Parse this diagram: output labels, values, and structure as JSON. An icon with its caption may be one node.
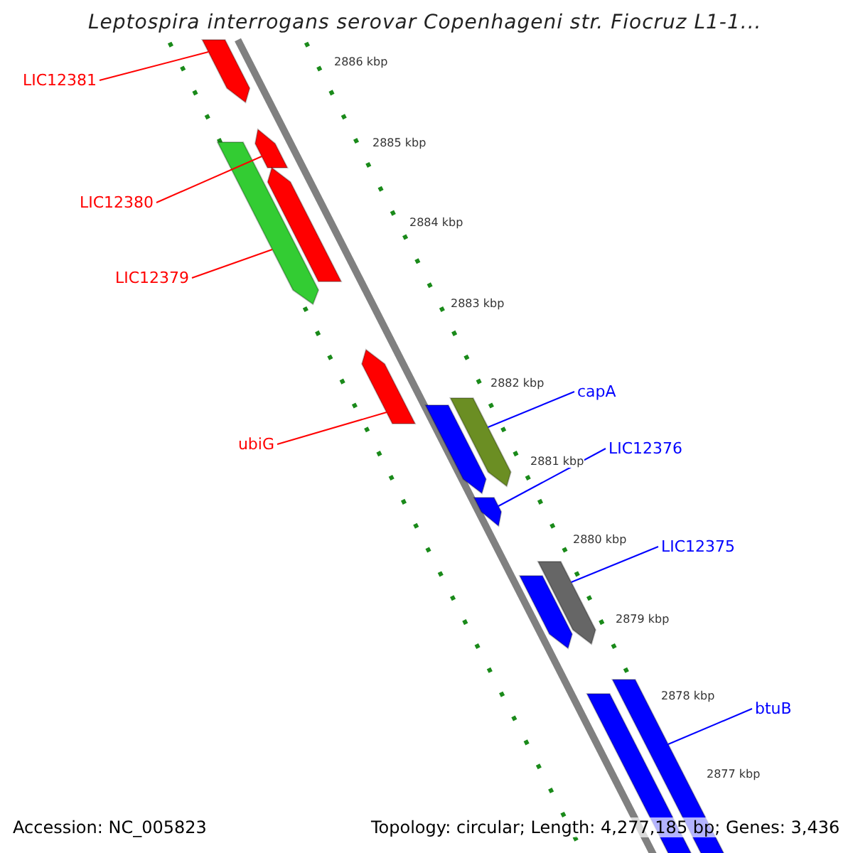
{
  "diagram": {
    "title": "Leptospira interrogans serovar Copenhageni str. Fiocruz L1-1...",
    "nodes": [
      {
        "text": [
          "LIC12381"
        ]
      },
      {
        "text": [],
        "shape": "bar"
      },
      {
        "text": [
          "LIC12380"
        ]
      },
      {
        "text": [],
        "shape": "bar"
      },
      {
        "text": [],
        "shape": "bar"
      },
      {
        "text": [],
        "shape": "bar"
      },
      {
        "text": [
          "LIC12379"
        ]
      },
      {
        "text": [
          "ubiG"
        ]
      },
      {
        "text": [],
        "shape": "bar"
      },
      {
        "text": [
          "capA"
        ]
      },
      {
        "text": [],
        "shape": "bar"
      },
      {
        "text": [],
        "shape": "bar"
      },
      {
        "text": [
          "LIC12376"
        ]
      },
      {
        "text": [],
        "shape": "bar"
      },
      {
        "text": [
          "LIC12375"
        ]
      },
      {
        "text": [],
        "shape": "bar"
      },
      {
        "text": [],
        "shape": "bar"
      },
      {
        "text": [
          "btuB"
        ]
      },
      {
        "text": [],
        "shape": "bar"
      },
      {
        "text": [],
        "shape": "bar"
      }
    ],
    "edges": [
      {
        "from": 0,
        "to": 1,
        "arrow": "none",
        "color": "#ff0000"
      },
      {
        "from": 2,
        "to": 3,
        "arrow": "none",
        "color": "#ff0000"
      },
      {
        "from": 6,
        "to": 4,
        "arrow": "none",
        "color": "#ff0000"
      },
      {
        "from": 7,
        "to": 8,
        "arrow": "none",
        "color": "#ff0000"
      },
      {
        "from": 9,
        "to": 11,
        "arrow": "none",
        "color": "#0000ff"
      },
      {
        "from": 12,
        "to": 13,
        "arrow": "none",
        "color": "#0000ff"
      },
      {
        "from": 14,
        "to": 16,
        "arrow": "none",
        "color": "#0000ff"
      },
      {
        "from": 17,
        "to": 19,
        "arrow": "none",
        "color": "#0000ff"
      }
    ],
    "labels": [
      "2886 kbp",
      "2885 kbp",
      "2884 kbp",
      "2883 kbp",
      "2882 kbp",
      "2881 kbp",
      "2880 kbp",
      "2879 kbp",
      "2878 kbp",
      "2877 kbp",
      "Accession: NC_005823",
      "Topology: circular; Length: 4,277,185 bp; Genes: 3,436"
    ]
  }
}
